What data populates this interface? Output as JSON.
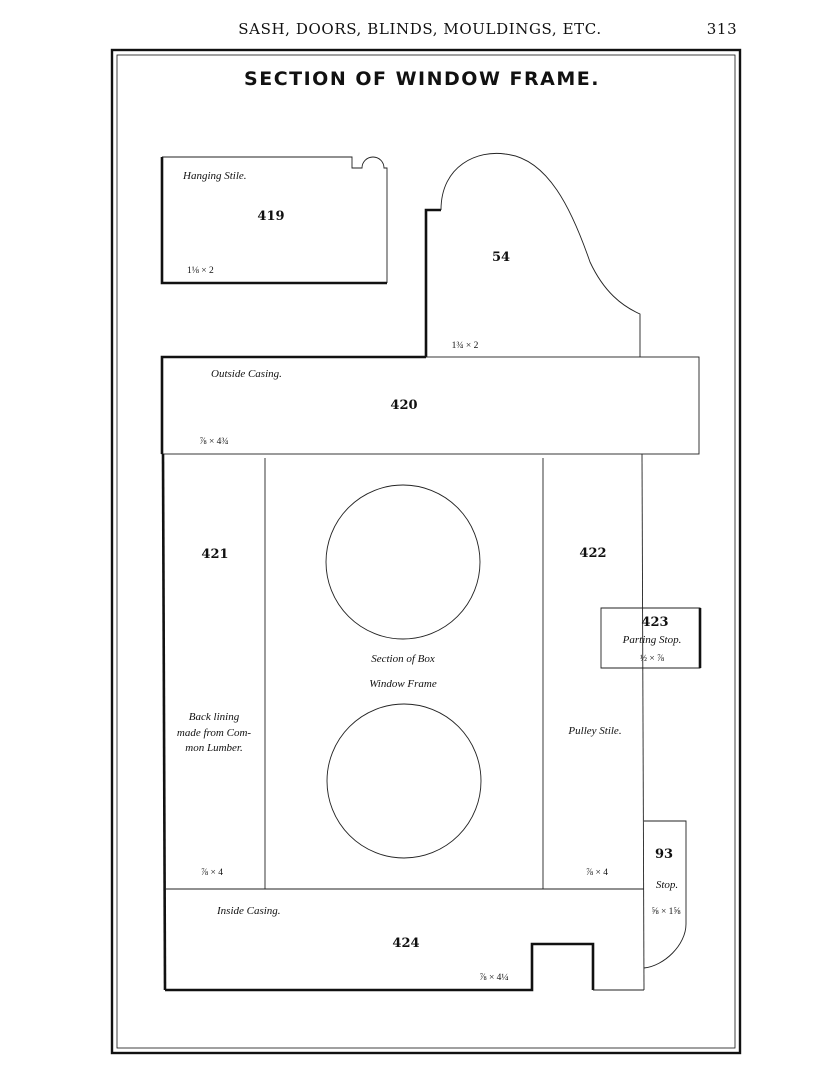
{
  "header": {
    "running_title": "SASH, DOORS, BLINDS, MOULDINGS, ETC.",
    "page_number": "313"
  },
  "diagram": {
    "title": "SECTION OF WINDOW FRAME.",
    "parts": {
      "hanging_stile": {
        "number": "419",
        "name": "Hanging Stile.",
        "size": "1⅛ × 2"
      },
      "moulding_54": {
        "number": "54",
        "size": "1¾ × 2"
      },
      "outside_casing": {
        "number": "420",
        "name": "Outside Casing.",
        "size": "⅞ × 4¾"
      },
      "back_lining": {
        "number": "421",
        "name_lines": [
          "Back lining",
          "made from Com-",
          "mon Lumber."
        ],
        "size": "⅞ × 4"
      },
      "box_center": {
        "name_lines": [
          "Section of Box",
          "Window Frame"
        ]
      },
      "pulley_stile": {
        "number": "422",
        "name": "Pulley Stile.",
        "size": "⅞ × 4"
      },
      "parting_stop": {
        "number": "423",
        "name": "Parting Stop.",
        "size": "½ × ⅞"
      },
      "stop": {
        "number": "93",
        "name": "Stop.",
        "size": "⅝ × 1⅝"
      },
      "inside_casing": {
        "number": "424",
        "name": "Inside Casing.",
        "size": "⅞ × 4¼"
      }
    }
  }
}
